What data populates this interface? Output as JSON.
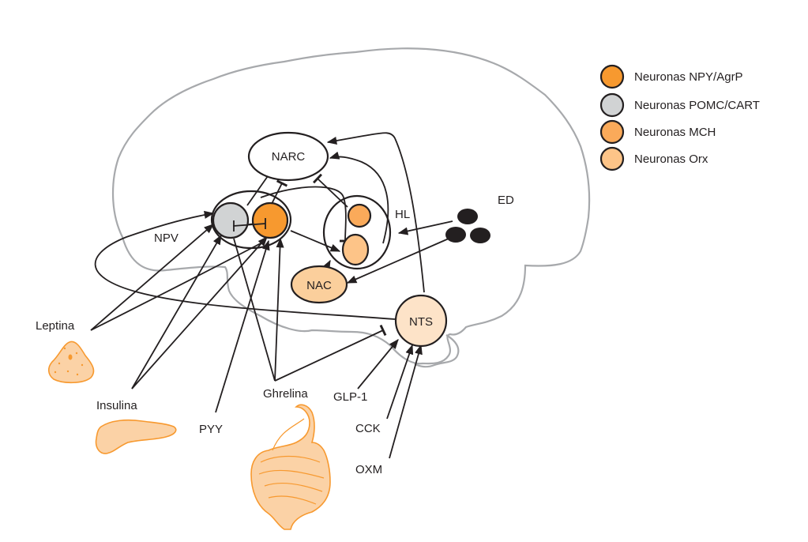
{
  "colors": {
    "npy_agrp": "#f7992f",
    "pomc_cart": "#d1d3d4",
    "mch": "#faaa5a",
    "orx": "#fdc488",
    "nac": "#fbcf9c",
    "nts": "#fde3c8",
    "ed": "#231f20",
    "brain_outline": "#a7a9ac",
    "organ": "#f7992f",
    "organ_fill": "#fbd2a6"
  },
  "legend": [
    {
      "label": "Neuronas NPY/AgrP",
      "color_key": "npy_agrp"
    },
    {
      "label": "Neuronas POMC/CART",
      "color_key": "pomc_cart"
    },
    {
      "label": "Neuronas MCH",
      "color_key": "mch"
    },
    {
      "label": "Neuronas Orx",
      "color_key": "orx"
    }
  ],
  "nodes": {
    "narc": "NARC",
    "npv": "NPV",
    "hl": "HL",
    "ed": "ED",
    "nac": "NAC",
    "nts": "NTS"
  },
  "signals": {
    "leptina": "Leptina",
    "insulina": "Insulina",
    "pyy": "PYY",
    "ghrelina": "Ghrelina",
    "glp1": "GLP-1",
    "cck": "CCK",
    "oxm": "OXM"
  },
  "organs": [
    "adipose-tissue",
    "pancreas",
    "gastrointestinal-tract"
  ]
}
